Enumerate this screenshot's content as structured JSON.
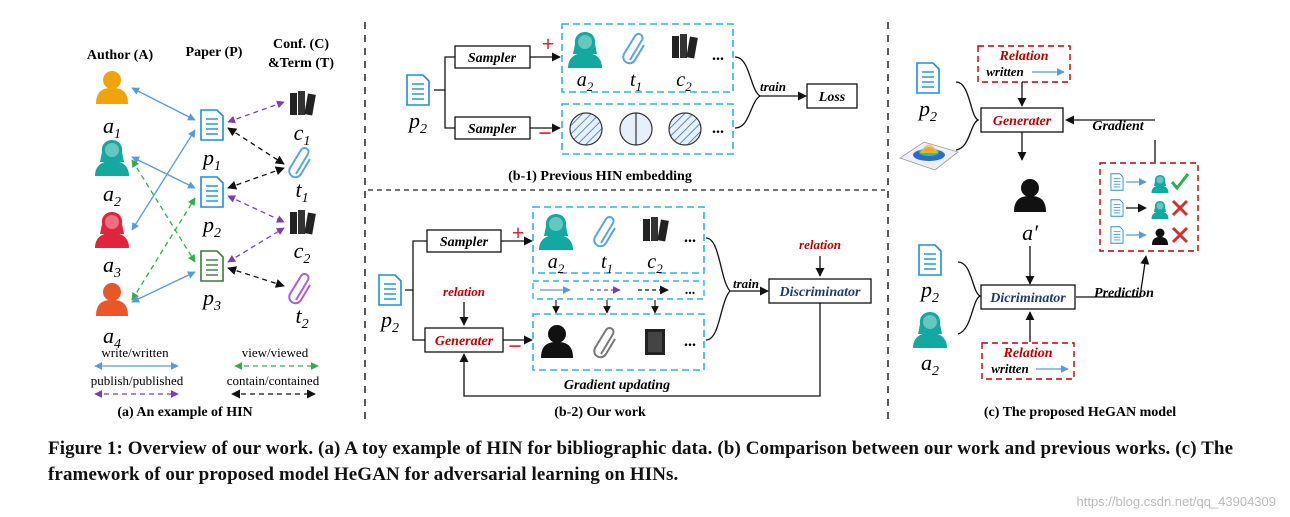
{
  "colors": {
    "author_a1": "#f0a30a",
    "author_teal": "#14a9a0",
    "author_red": "#e0243c",
    "author_a4": "#e8572a",
    "paper_blue": "#1b8fd6",
    "paper_green": "#3d7a3a",
    "write_edge": "#5b9bd5",
    "view_edge": "#2fb04a",
    "publish_edge": "#7a3fb5",
    "contain_edge": "#111111",
    "box_dash": "#2bb3e6",
    "red_text": "#c00000",
    "disc_text": "#1f3b6e",
    "relation_box": "#c00000"
  },
  "panel_a": {
    "col_author": "Author (A)",
    "col_paper": "Paper (P)",
    "col_conf_1": "Conf. (C)",
    "col_conf_2": "&Term (T)",
    "authors": [
      {
        "label": "a",
        "sub": "1"
      },
      {
        "label": "a",
        "sub": "2"
      },
      {
        "label": "a",
        "sub": "3"
      },
      {
        "label": "a",
        "sub": "4"
      }
    ],
    "papers": [
      {
        "label": "p",
        "sub": "1"
      },
      {
        "label": "p",
        "sub": "2"
      },
      {
        "label": "p",
        "sub": "3"
      }
    ],
    "confs": [
      {
        "label": "c",
        "sub": "1"
      },
      {
        "label": "t",
        "sub": "1"
      },
      {
        "label": "c",
        "sub": "2"
      },
      {
        "label": "t",
        "sub": "2"
      }
    ],
    "legend": {
      "write": "write/written",
      "view": "view/viewed",
      "publish": "publish/published",
      "contain": "contain/contained"
    },
    "title": "(a) An example of HIN"
  },
  "panel_b1": {
    "node_label": "p",
    "node_sub": "2",
    "sampler": "Sampler",
    "plus": "+",
    "minus": "−",
    "pos_items": [
      {
        "label": "a",
        "sub": "2"
      },
      {
        "label": "t",
        "sub": "1"
      },
      {
        "label": "c",
        "sub": "2"
      }
    ],
    "dots": "...",
    "train": "train",
    "loss": "Loss",
    "title": "(b-1) Previous HIN embedding"
  },
  "panel_b2": {
    "node_label": "p",
    "node_sub": "2",
    "sampler": "Sampler",
    "generator": "Generater",
    "relation": "relation",
    "plus": "+",
    "minus": "−",
    "pos_items": [
      {
        "label": "a",
        "sub": "2"
      },
      {
        "label": "t",
        "sub": "1"
      },
      {
        "label": "c",
        "sub": "2"
      }
    ],
    "dots": "...",
    "train": "train",
    "relation_top": "relation",
    "discriminator": "Discriminator",
    "gradient": "Gradient updating",
    "title": "(b-2) Our work"
  },
  "panel_c": {
    "relation_top_1": "Relation",
    "relation_top_2": "written",
    "node_p": "p",
    "node_p_sub": "2",
    "generator": "Generater",
    "gradient": "Gradient",
    "a_prime": "a′",
    "node_p2": "p",
    "node_p2_sub": "2",
    "node_a": "a",
    "node_a_sub": "2",
    "discriminator": "Dicriminator",
    "prediction": "Prediction",
    "relation_bot_1": "Relation",
    "relation_bot_2": "written",
    "title": "(c) The proposed HeGAN model"
  },
  "caption": "Figure 1: Overview of our work. (a) A toy example of HIN for bibliographic data. (b) Comparison between our work and previous works. (c) The framework of our proposed model HeGAN  for adversarial learning on HINs.",
  "watermark": "https://blog.csdn.net/qq_43904309"
}
